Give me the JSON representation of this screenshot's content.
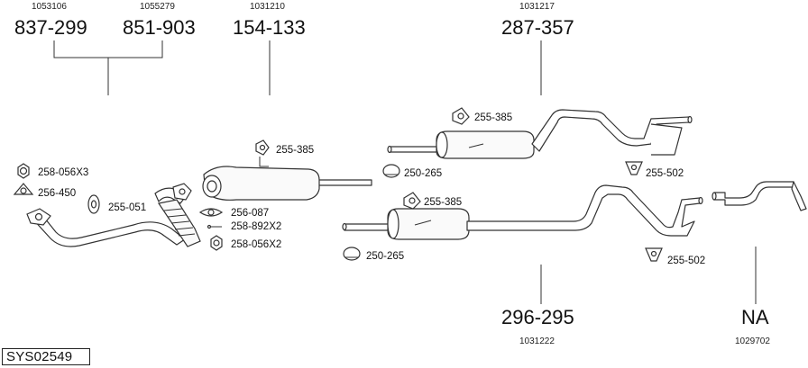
{
  "system_id": "SYS02549",
  "parts": [
    {
      "code": "837-299",
      "ref": "1053106"
    },
    {
      "code": "851-903",
      "ref": "1055279"
    },
    {
      "code": "154-133",
      "ref": "1031210"
    },
    {
      "code": "287-357",
      "ref": "1031217"
    },
    {
      "code": "296-295",
      "ref": "1031222"
    },
    {
      "code": "NA",
      "ref": "1029702"
    }
  ],
  "accessories": {
    "l1": "258-056X3",
    "l2": "256-450",
    "l3": "255-051",
    "l4": "255-385",
    "l5": "256-087",
    "l6": "258-892X2",
    "l7": "258-056X2",
    "l8": "255-385",
    "l9": "250-265",
    "l10": "255-502",
    "l11": "255-385",
    "l12": "250-265",
    "l13": "255-502"
  },
  "icons": [
    "hex-nut-icon",
    "gasket-icon",
    "hanger-icon",
    "clamp-icon",
    "bolt-icon",
    "rubber-mount-icon"
  ]
}
